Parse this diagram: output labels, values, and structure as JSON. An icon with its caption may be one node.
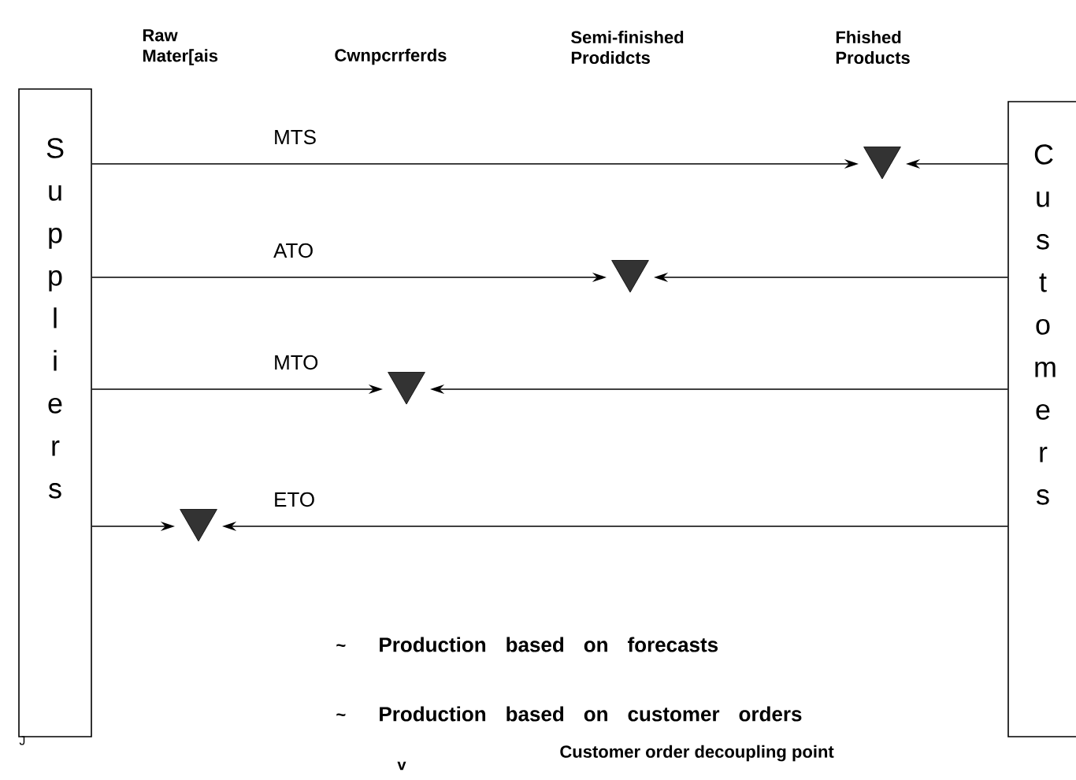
{
  "diagram": {
    "nodes": [
      {
        "text": [
          "S u p p l i e r s"
        ]
      },
      {
        "text": [
          "C u s t o m e r s"
        ]
      },
      {
        "text": [],
        "shape": "triangle"
      },
      {
        "text": [],
        "shape": "triangle"
      },
      {
        "text": [],
        "shape": "triangle"
      },
      {
        "text": [],
        "shape": "triangle"
      }
    ],
    "edges": [
      {
        "from": 0,
        "to": 2,
        "arrow": "to",
        "label": "MTS"
      },
      {
        "from": 1,
        "to": 2,
        "arrow": "to"
      },
      {
        "from": 0,
        "to": 3,
        "arrow": "to",
        "label": "ATO"
      },
      {
        "from": 1,
        "to": 3,
        "arrow": "to"
      },
      {
        "from": 0,
        "to": 4,
        "arrow": "to",
        "label": "MTO"
      },
      {
        "from": 1,
        "to": 4,
        "arrow": "to"
      },
      {
        "from": 0,
        "to": 5,
        "arrow": "to"
      },
      {
        "from": 1,
        "to": 5,
        "arrow": "to",
        "label": "ETO"
      }
    ],
    "labels": [
      "Raw Mater[ais",
      "Cwnpcrrferds",
      "Semi-finished Prodidcts",
      "Fhished Products",
      "J",
      "~",
      "Production based on forecasts",
      "~",
      "Production based on customer orders",
      "v",
      "Customer order decoupling point"
    ]
  }
}
